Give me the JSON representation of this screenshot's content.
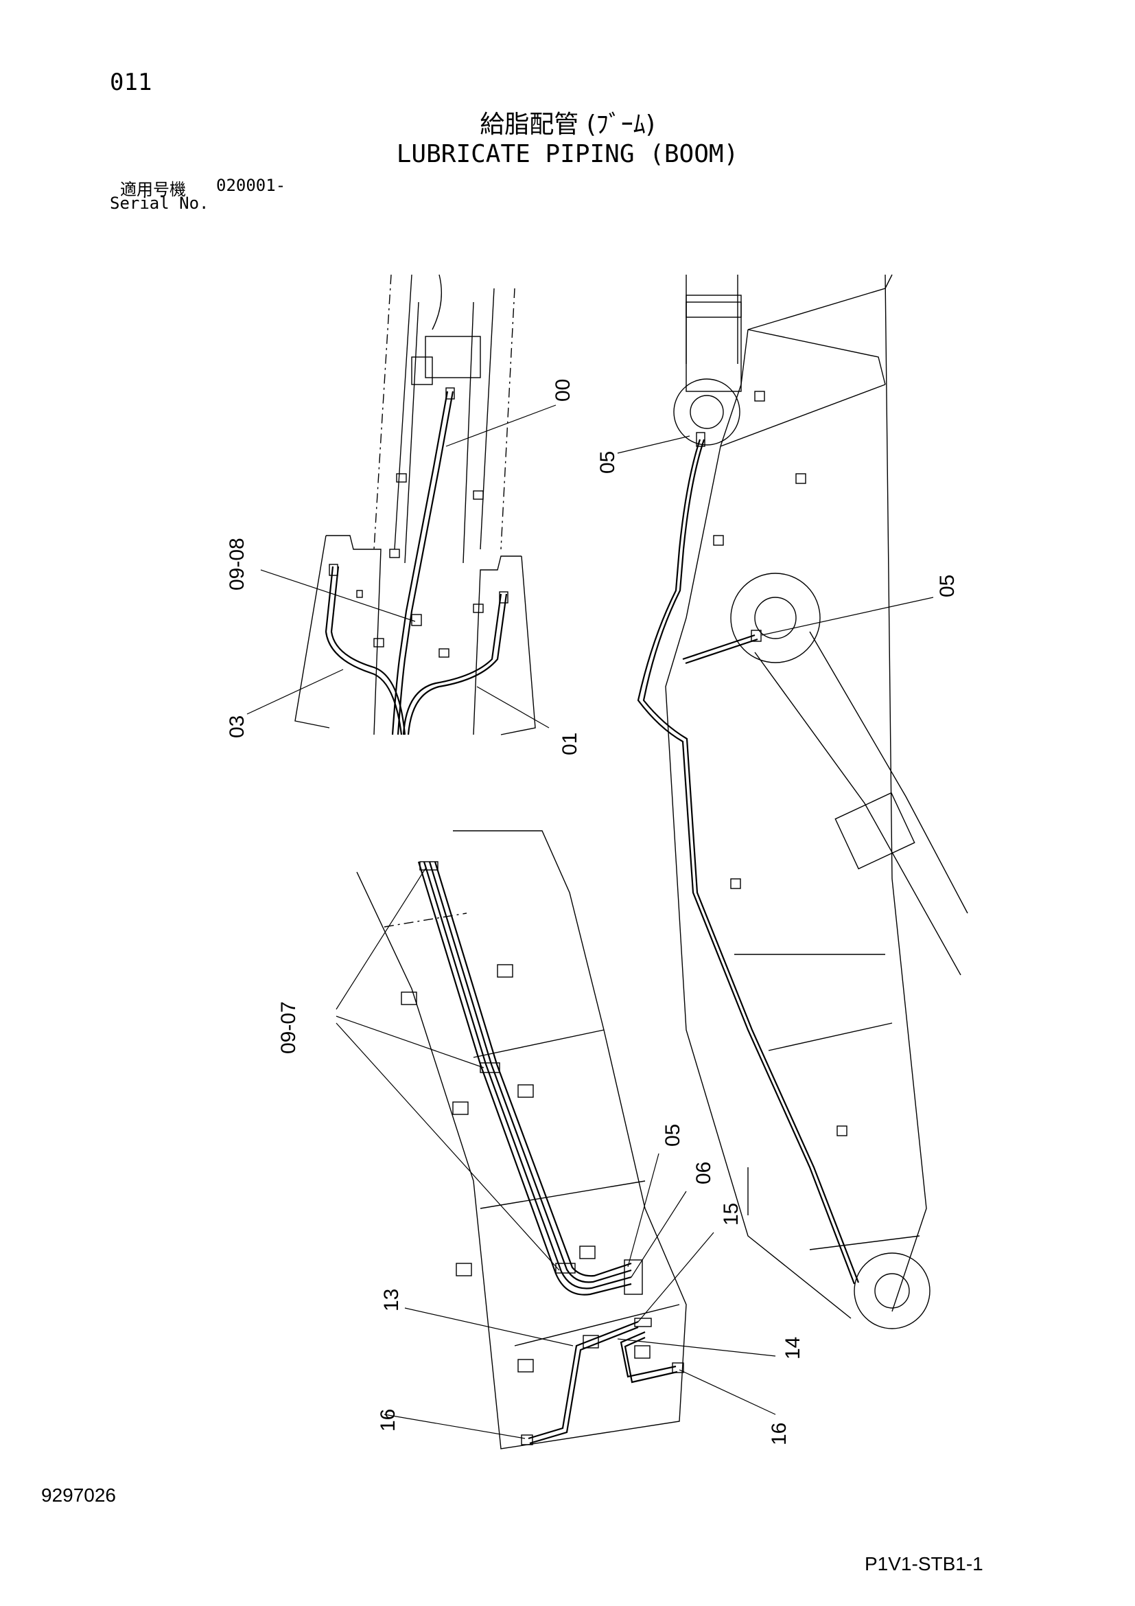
{
  "header": {
    "page_number": "011",
    "title_jp": "給脂配管 (ﾌﾞｰﾑ)",
    "title_en": "LUBRICATE PIPING (BOOM)",
    "serial_label_jp": "適用号機",
    "serial_value": "020001-",
    "serial_label_en": "Serial No."
  },
  "callouts": {
    "c00": "00",
    "c05_top": "05",
    "c05_mid": "05",
    "c09_08": "09-08",
    "c03": "03",
    "c01": "01",
    "c09_07": "09-07",
    "c05_low": "05",
    "c06": "06",
    "c15": "15",
    "c13": "13",
    "c14": "14",
    "c16_left": "16",
    "c16_right": "16"
  },
  "footer": {
    "document_number": "9297026",
    "sheet_reference": "P1V1-STB1-1"
  }
}
